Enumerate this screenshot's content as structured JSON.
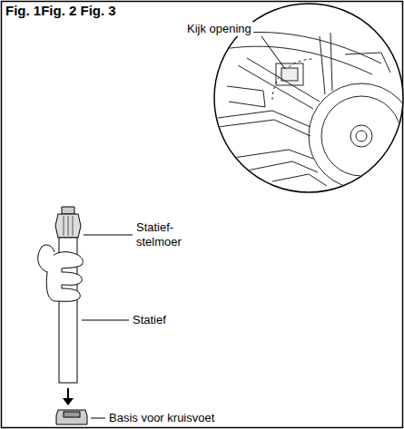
{
  "diagram": {
    "title": "Fig. 1Fig. 2 Fig. 3",
    "labels": [
      "Kijk opening",
      "Statief- stelmoer",
      "Statief",
      "Basis voor kruisvoet"
    ]
  }
}
